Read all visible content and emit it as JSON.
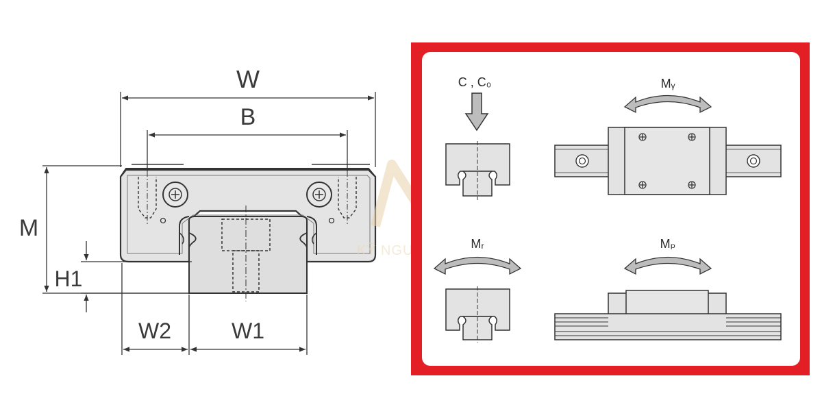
{
  "dimensions": {
    "width_label": "W",
    "mount_width_label": "B",
    "height_label": "M",
    "rail_height_label": "H1",
    "side_width_label": "W2",
    "rail_width_label": "W1"
  },
  "load_directions": {
    "radial_load_label": "C , C₀",
    "yawing_moment_label": "Mᵧ",
    "rolling_moment_label": "Mᵣ",
    "pitching_moment_label": "Mₚ"
  },
  "watermark": {
    "text": "KỸ NGUYÊN MẬT"
  },
  "colors": {
    "frame_red": "#e31e24",
    "part_gray": "#e3e3e3",
    "line_dark": "#333333",
    "arrow_gray": "#bdbdbd"
  },
  "icons": {
    "load_arrow": "down-arrow-icon",
    "moment_arrow": "curved-double-arrow-icon",
    "bolt": "bolt-head-icon"
  }
}
